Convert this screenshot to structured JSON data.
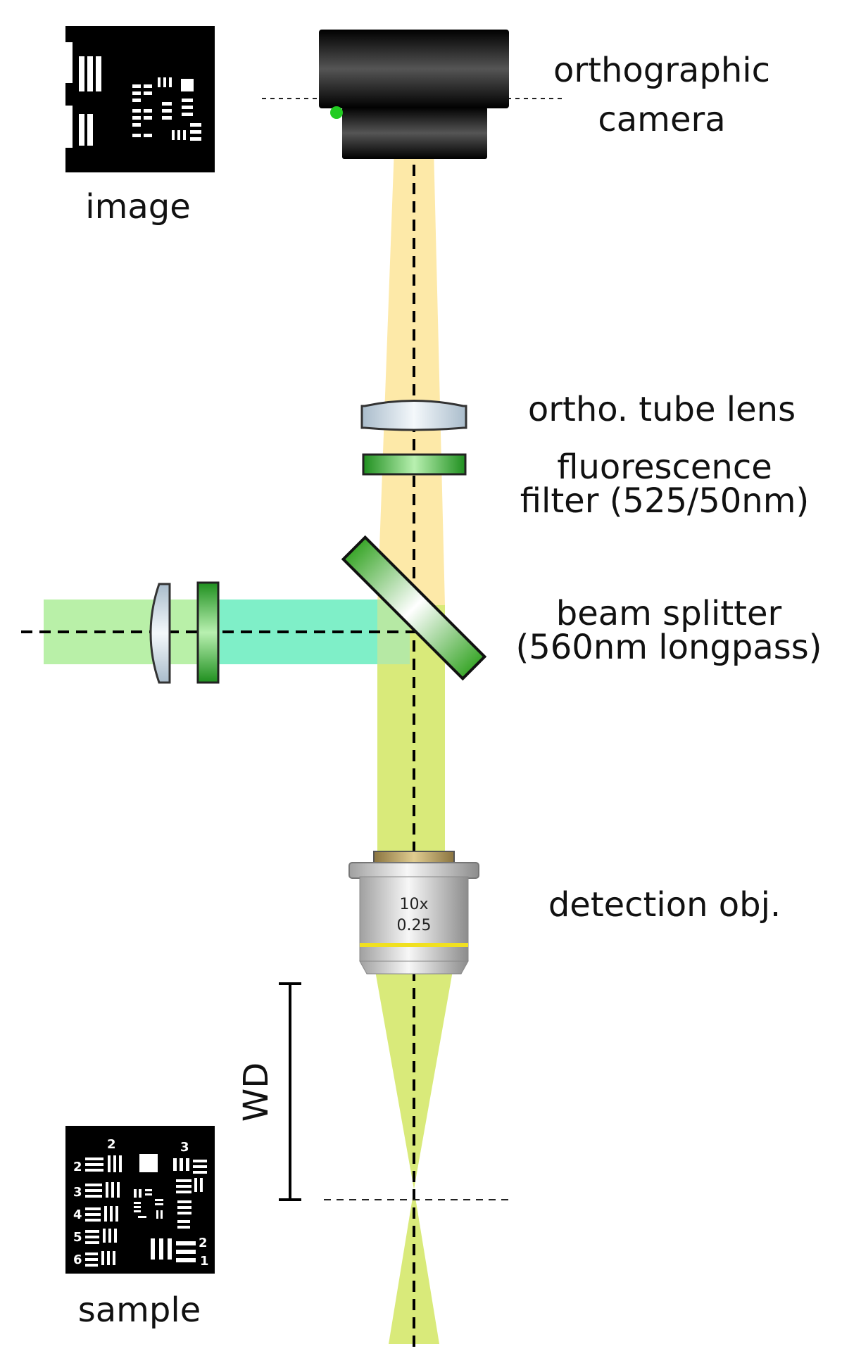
{
  "labels": {
    "camera_line1": "orthographic",
    "camera_line2": "camera",
    "image": "image",
    "tube_lens": "ortho. tube lens",
    "filter_line1": "fluorescence",
    "filter_line2": "filter (525/50nm)",
    "splitter_line1": "beam splitter",
    "splitter_line2": "(560nm longpass)",
    "objective": "detection obj.",
    "working_distance": "WD",
    "sample": "sample"
  },
  "objective": {
    "magnification": "10x",
    "numerical_aperture": "0.25"
  },
  "target_numbers": {
    "top_left": "2",
    "top_right": "3",
    "row1": "2",
    "row2": "3",
    "row3": "4",
    "row4": "5",
    "row5": "6",
    "bottom_right_top": "2",
    "bottom_right_bottom": "1"
  },
  "colors": {
    "detection_beam_upper": "#fde9a8",
    "detection_beam_lower": "#d9ea7a",
    "excitation_beam_outer": "#b9f0a8",
    "excitation_beam_inner": "#7fefc8",
    "filter_green": "#2ea82e",
    "lens_blue": "#c8d8e6",
    "objective_band": "#f0e020"
  }
}
